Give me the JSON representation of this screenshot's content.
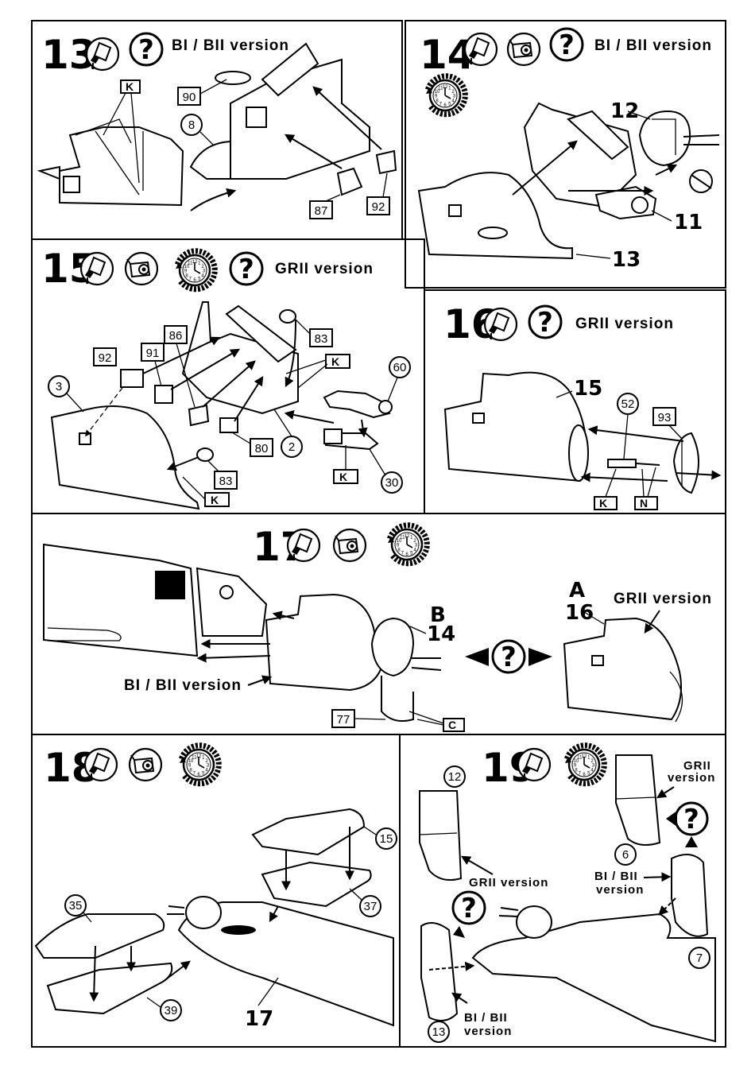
{
  "steps": [
    {
      "id": "13",
      "number": "13",
      "version": "BI / BII version",
      "callouts": [
        "90",
        "8",
        "87",
        "92"
      ],
      "markers": [
        "K"
      ]
    },
    {
      "id": "14",
      "number": "14",
      "version": "BI / BII version",
      "callouts": [
        "12",
        "11",
        "13"
      ]
    },
    {
      "id": "15",
      "number": "15",
      "version": "GRII version",
      "callouts": [
        "83",
        "86",
        "91",
        "92",
        "3",
        "60",
        "80",
        "2",
        "83",
        "30"
      ],
      "markers": [
        "K",
        "K",
        "K"
      ]
    },
    {
      "id": "16",
      "number": "16",
      "version": "GRII version",
      "callouts": [
        "15",
        "52",
        "93"
      ],
      "markers": [
        "K",
        "N"
      ]
    },
    {
      "id": "17",
      "number": "17",
      "labels": {
        "b": "B",
        "b_step": "14",
        "bi_version": "BI / BII version",
        "a": "A",
        "a_step": "16",
        "gr_version": "GRII version"
      },
      "callouts": [
        "77"
      ],
      "markers": [
        "C"
      ]
    },
    {
      "id": "18",
      "number": "18",
      "callouts": [
        "15",
        "37",
        "35",
        "39",
        "17"
      ]
    },
    {
      "id": "19",
      "number": "19",
      "labels": {
        "gr_top": "GRII",
        "gr_top2": "version",
        "gr_mid": "GRII version",
        "bi_right": "BI / BII",
        "bi_right2": "version",
        "bi_left": "BI / BII",
        "bi_left2": "version"
      },
      "callouts": [
        "12",
        "6",
        "7",
        "13"
      ]
    }
  ],
  "icons": {
    "glue": "glue-tube-icon",
    "paint": "paint-tin-icon",
    "clock": "drying-time-clock-icon",
    "question": "option-question-icon",
    "clock_numbers": [
      "12",
      "1",
      "2",
      "3",
      "4",
      "5",
      "6",
      "7",
      "8",
      "9",
      "10",
      "11"
    ],
    "question_glyph": "?"
  }
}
